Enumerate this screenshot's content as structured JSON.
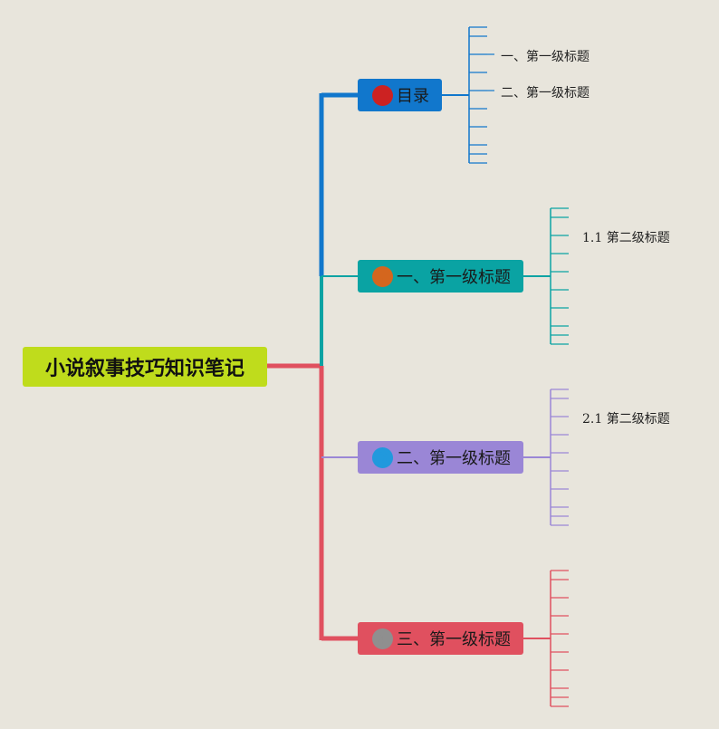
{
  "root": {
    "label": "小说叙事技巧知识笔记",
    "color": "#bfdc1c"
  },
  "branches": [
    {
      "number": "1",
      "label": "目录",
      "color": "#1177cc",
      "badge_color": "#cc2222",
      "children": [
        "一、第一级标题",
        "二、第一级标题"
      ]
    },
    {
      "number": "2",
      "label": "一、第一级标题",
      "color": "#0aa3a3",
      "badge_color": "#d4661e",
      "children": [
        "1.1 第二级标题"
      ]
    },
    {
      "number": "3",
      "label": "二、第一级标题",
      "color": "#9a86d6",
      "badge_color": "#2199dd",
      "children": [
        "2.1 第二级标题"
      ]
    },
    {
      "number": "4",
      "label": "三、第一级标题",
      "color": "#e0505f",
      "badge_color": "#8f8f8f",
      "children": []
    }
  ]
}
